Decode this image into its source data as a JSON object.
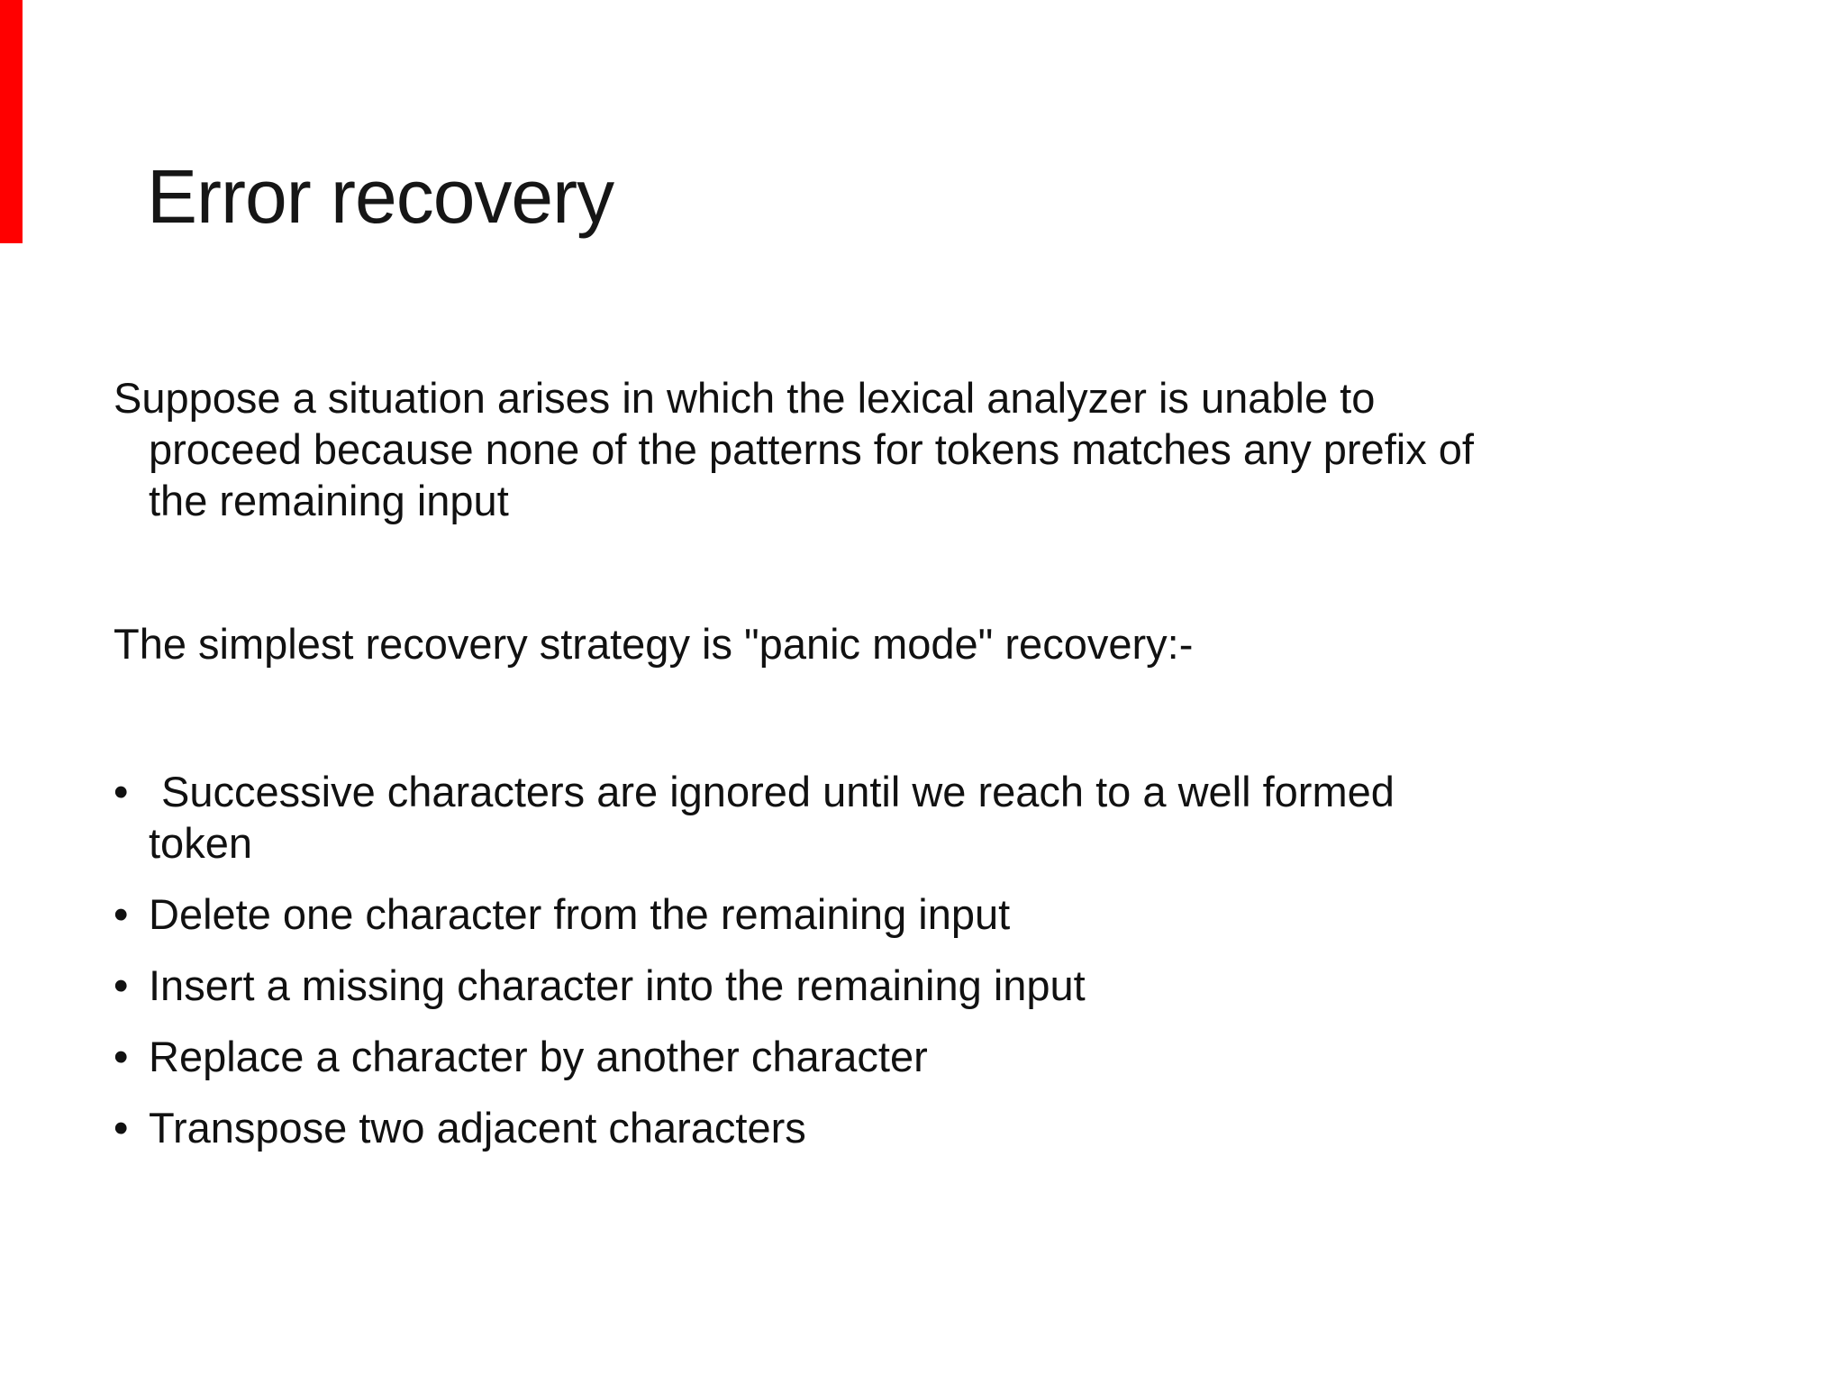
{
  "slide": {
    "background_color": "#ffffff",
    "text_color": "#111111",
    "accent_bar_color": "#ff0000",
    "bullet_glyph": "•",
    "title": "Error recovery",
    "paragraphs": [
      {
        "lines": [
          "Suppose a situation arises in which the lexical analyzer is unable to",
          "proceed because none of the patterns for tokens matches any prefix of",
          "the remaining input"
        ]
      },
      {
        "lines": [
          "The simplest recovery strategy is \"panic mode\" recovery:-"
        ]
      }
    ],
    "bullets": [
      {
        "lines": [
          "Successive characters are ignored until we reach to a well formed",
          "token"
        ]
      },
      {
        "lines": [
          "Delete one character from the remaining input"
        ]
      },
      {
        "lines": [
          "Insert a missing character into the remaining input"
        ]
      },
      {
        "lines": [
          "Replace a character by another character"
        ]
      },
      {
        "lines": [
          "Transpose two adjacent characters"
        ]
      }
    ]
  }
}
